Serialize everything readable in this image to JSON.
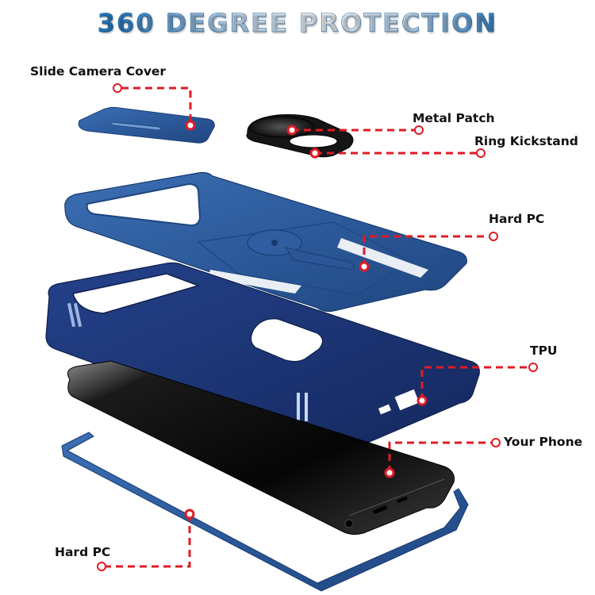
{
  "title": "360 DEGREE PROTECTION",
  "colors": {
    "title_blue": "#2f7fc4",
    "case_blue": "#2a5a9c",
    "tpu_navy": "#1f3a7a",
    "phone_black": "#0c0c0c",
    "callout_red": "#e01b24",
    "label_text": "#111111"
  },
  "callouts": [
    {
      "id": "slide-camera-cover",
      "label": "Slide Camera Cover",
      "part": "slide-camera-cover"
    },
    {
      "id": "metal-patch",
      "label": "Metal Patch",
      "part": "ring-kickstand-assembly"
    },
    {
      "id": "ring-kickstand",
      "label": "Ring Kickstand",
      "part": "ring-kickstand-assembly"
    },
    {
      "id": "hard-pc-top",
      "label": "Hard PC",
      "part": "hard-pc-back-plate"
    },
    {
      "id": "tpu",
      "label": "TPU",
      "part": "tpu-bumper-case"
    },
    {
      "id": "your-phone",
      "label": "Your Phone",
      "part": "phone"
    },
    {
      "id": "hard-pc-bottom",
      "label": "Hard PC",
      "part": "hard-pc-front-frame"
    }
  ]
}
